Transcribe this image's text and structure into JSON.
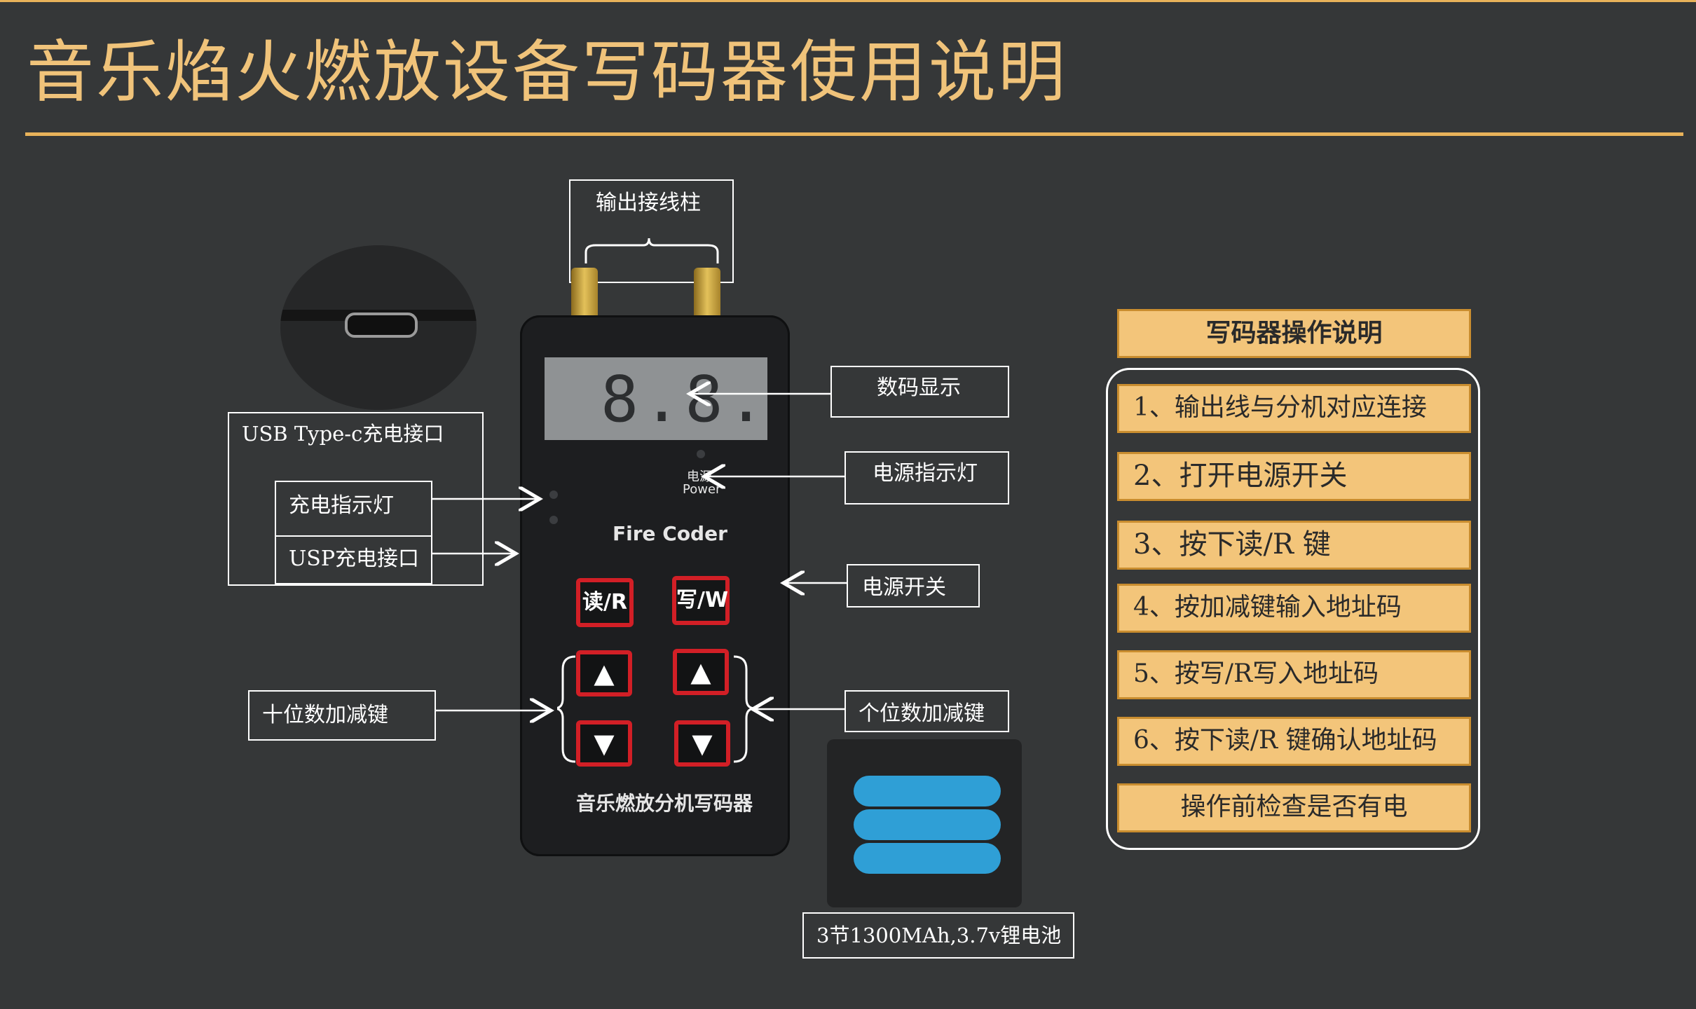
{
  "title": "音乐焰火燃放设备写码器使用说明",
  "device": {
    "display_digits": "8.8.",
    "power_label_cn": "电源",
    "power_label_en": "Power",
    "brand": "Fire Coder",
    "read_key": "读/R",
    "write_key": "写/W",
    "up_symbol": "▲",
    "down_symbol": "▼",
    "name_plate": "音乐燃放分机写码器"
  },
  "callouts": {
    "output_terminals": "输出接线柱",
    "digital_display": "数码显示",
    "power_indicator": "电源指示灯",
    "power_switch": "电源开关",
    "usb_charging_port": "USB Type-c充电接口",
    "charge_indicator": "充电指示灯",
    "usp_charge_port": "USP充电接口",
    "tens_keys": "十位数加减键",
    "ones_keys": "个位数加减键",
    "battery": "3节1300MAh,3.7v锂电池"
  },
  "instructions": {
    "heading": "写码器操作说明",
    "steps": [
      "1、输出线与分机对应连接",
      "2、打开电源开关",
      "3、按下读/R 键",
      "4、按加减键输入地址码",
      "5、按写/R写入地址码",
      "6、按下读/R 键确认地址码"
    ],
    "note": "操作前检查是否有电"
  },
  "colors": {
    "background": "#353738",
    "accent": "#e8b25a",
    "title": "#f0c37a",
    "step_fill": "#f3c57a",
    "key_border": "#d21f26"
  }
}
